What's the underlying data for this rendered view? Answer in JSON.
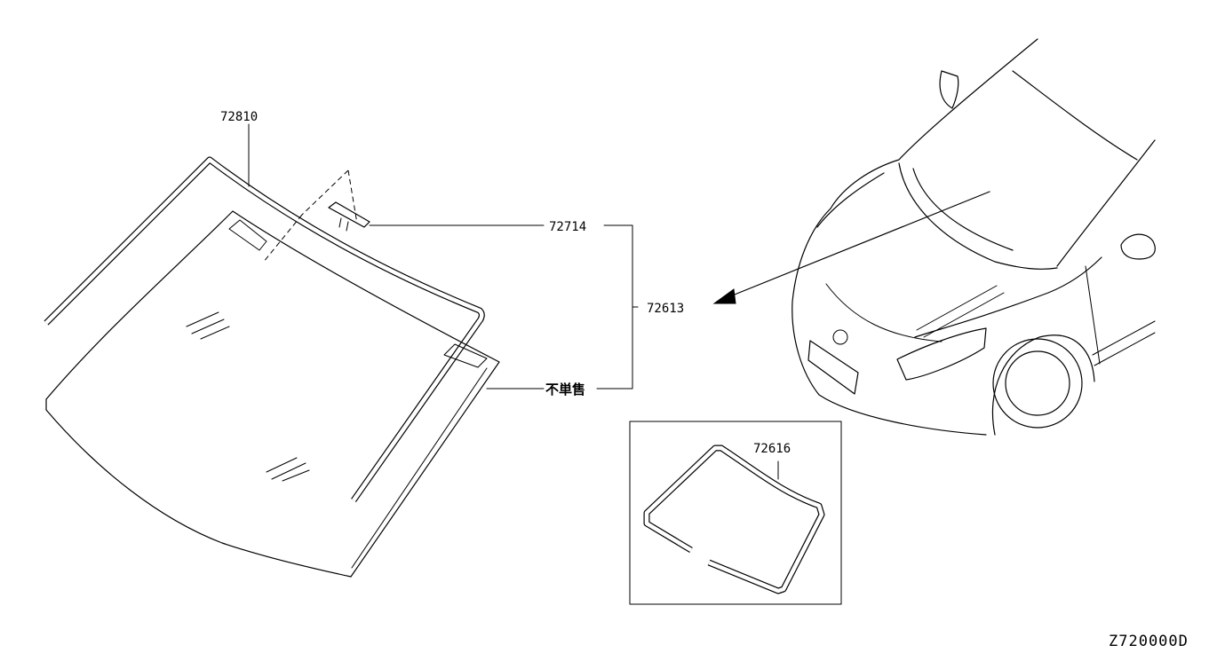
{
  "diagram": {
    "part_labels": {
      "upper_molding": "72810",
      "clip": "72714",
      "glass_assembly": "72613",
      "not_sold_separately": "不単售",
      "molding_kit": "72616"
    },
    "drawing_code": "Z720000D"
  }
}
